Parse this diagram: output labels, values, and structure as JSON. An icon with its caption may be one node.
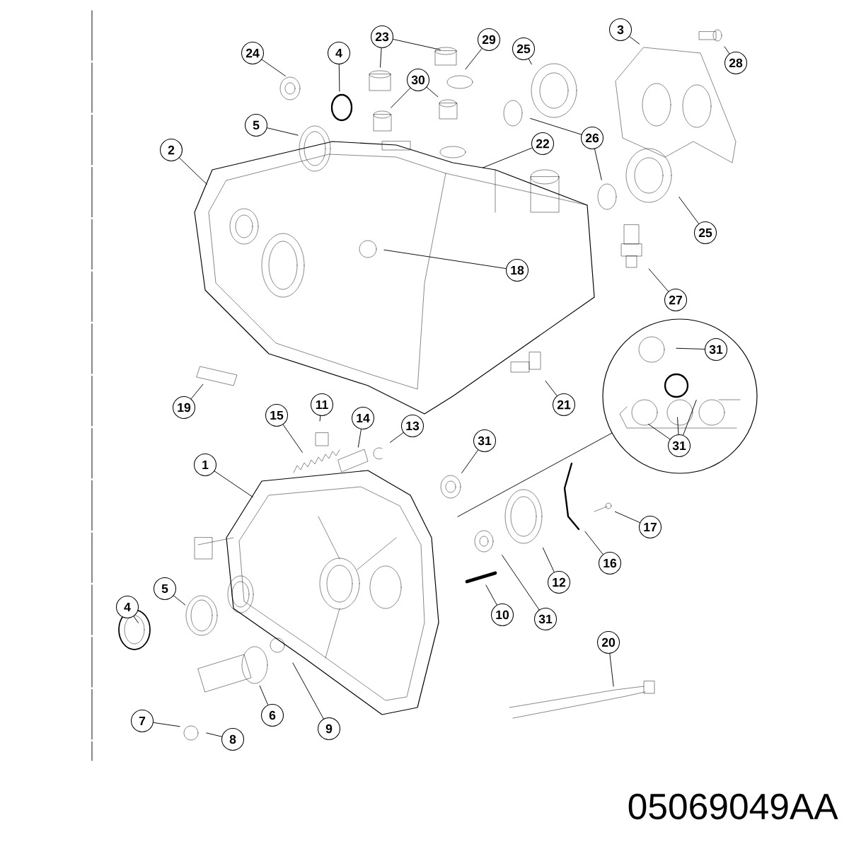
{
  "diagram": {
    "nodes": [
      {
        "text": [
          "23"
        ]
      },
      {
        "text": [
          "29"
        ]
      },
      {
        "text": [
          "3"
        ]
      },
      {
        "text": [
          "25"
        ]
      },
      {
        "text": [
          "24"
        ]
      },
      {
        "text": [
          "4"
        ]
      },
      {
        "text": [
          "28"
        ]
      },
      {
        "text": [
          "30"
        ]
      },
      {
        "text": [
          "5"
        ]
      },
      {
        "text": [
          "26"
        ]
      },
      {
        "text": [
          "22"
        ]
      },
      {
        "text": [
          "2"
        ]
      },
      {
        "text": [
          "25"
        ]
      },
      {
        "text": [
          "18"
        ]
      },
      {
        "text": [
          "27"
        ]
      },
      {
        "text": [],
        "shape": "circle"
      },
      {
        "text": [
          "31"
        ],
        "in": 15
      },
      {
        "text": [
          "31"
        ],
        "in": 15
      },
      {
        "text": [
          "21"
        ]
      },
      {
        "text": [
          "19"
        ]
      },
      {
        "text": [
          "11"
        ]
      },
      {
        "text": [
          "15"
        ]
      },
      {
        "text": [
          "14"
        ]
      },
      {
        "text": [
          "13"
        ]
      },
      {
        "text": [
          "31"
        ]
      },
      {
        "text": [
          "1"
        ]
      },
      {
        "text": [
          "17"
        ]
      },
      {
        "text": [
          "16"
        ]
      },
      {
        "text": [
          "12"
        ]
      },
      {
        "text": [
          "5"
        ]
      },
      {
        "text": [
          "4"
        ]
      },
      {
        "text": [
          "10"
        ]
      },
      {
        "text": [
          "31"
        ]
      },
      {
        "text": [
          "20"
        ]
      },
      {
        "text": [
          "6"
        ]
      },
      {
        "text": [
          "7"
        ]
      },
      {
        "text": [
          "9"
        ]
      },
      {
        "text": [
          "8"
        ]
      }
    ],
    "edges": [
      {
        "from": 0,
        "to": null,
        "arrow": "none"
      },
      {
        "from": 0,
        "to": null,
        "arrow": "none"
      },
      {
        "from": 1,
        "to": null,
        "arrow": "none"
      },
      {
        "from": 2,
        "to": null,
        "arrow": "none"
      },
      {
        "from": 3,
        "to": null,
        "arrow": "none"
      },
      {
        "from": 4,
        "to": null,
        "arrow": "none"
      },
      {
        "from": 5,
        "to": null,
        "arrow": "none"
      },
      {
        "from": 6,
        "to": null,
        "arrow": "none"
      },
      {
        "from": 7,
        "to": null,
        "arrow": "none"
      },
      {
        "from": 7,
        "to": null,
        "arrow": "none"
      },
      {
        "from": 8,
        "to": null,
        "arrow": "none"
      },
      {
        "from": 9,
        "to": null,
        "arrow": "none"
      },
      {
        "from": 9,
        "to": null,
        "arrow": "none"
      },
      {
        "from": 10,
        "to": null,
        "arrow": "none"
      },
      {
        "from": 11,
        "to": null,
        "arrow": "none"
      },
      {
        "from": 12,
        "to": null,
        "arrow": "none"
      },
      {
        "from": 13,
        "to": null,
        "arrow": "none"
      },
      {
        "from": 14,
        "to": null,
        "arrow": "none"
      },
      {
        "from": 15,
        "to": null,
        "arrow": "none"
      },
      {
        "from": 16,
        "to": null,
        "arrow": "none"
      },
      {
        "from": 17,
        "to": null,
        "arrow": "none"
      },
      {
        "from": 17,
        "to": null,
        "arrow": "none"
      },
      {
        "from": 17,
        "to": null,
        "arrow": "none"
      },
      {
        "from": 18,
        "to": null,
        "arrow": "none"
      },
      {
        "from": 19,
        "to": null,
        "arrow": "none"
      },
      {
        "from": 20,
        "to": null,
        "arrow": "none"
      },
      {
        "from": 21,
        "to": null,
        "arrow": "none"
      },
      {
        "from": 22,
        "to": null,
        "arrow": "none"
      },
      {
        "from": 23,
        "to": null,
        "arrow": "none"
      },
      {
        "from": 24,
        "to": null,
        "arrow": "none"
      },
      {
        "from": 25,
        "to": null,
        "arrow": "none"
      },
      {
        "from": 26,
        "to": null,
        "arrow": "none"
      },
      {
        "from": 27,
        "to": null,
        "arrow": "none"
      },
      {
        "from": 28,
        "to": null,
        "arrow": "none"
      },
      {
        "from": 29,
        "to": null,
        "arrow": "none"
      },
      {
        "from": 30,
        "to": null,
        "arrow": "none"
      },
      {
        "from": 31,
        "to": null,
        "arrow": "none"
      },
      {
        "from": 32,
        "to": null,
        "arrow": "none"
      },
      {
        "from": 33,
        "to": null,
        "arrow": "none"
      },
      {
        "from": 34,
        "to": null,
        "arrow": "none"
      },
      {
        "from": 35,
        "to": null,
        "arrow": "none"
      },
      {
        "from": 36,
        "to": null,
        "arrow": "none"
      },
      {
        "from": 37,
        "to": null,
        "arrow": "none"
      }
    ],
    "labels": [
      "05069049AA"
    ]
  }
}
